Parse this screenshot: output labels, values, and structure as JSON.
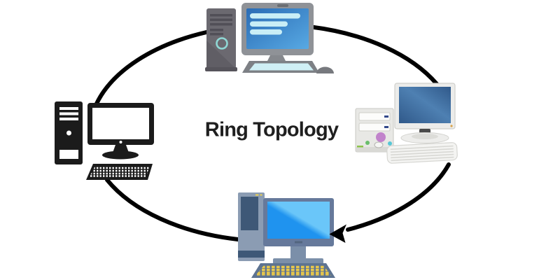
{
  "title": "Ring Topology",
  "diagram": {
    "type": "network-topology-ring",
    "flow_direction": "clockwise",
    "node_count": 4,
    "nodes": [
      {
        "id": "workstation-top",
        "position": "top",
        "style": "gray tower, blue monitor with light text bars, teal keyboard, mouse"
      },
      {
        "id": "workstation-right",
        "position": "right",
        "style": "beige desktop case, navy CRT monitor, white keyboard"
      },
      {
        "id": "workstation-bottom",
        "position": "bottom",
        "style": "slate tower, azure monitor, keyboard with yellow keys"
      },
      {
        "id": "workstation-left",
        "position": "left",
        "style": "black silhouette desktop with white screen"
      }
    ]
  },
  "colors": {
    "background": "#ffffff",
    "ring": "#000000",
    "title": "#1f1f1f",
    "accent_teal": "#8fd8d5",
    "accent_violet": "#c183cb",
    "key_yellow": "#e9c84a",
    "top_screen_dark": "#2a6cb5",
    "top_screen_light": "#58a9e3",
    "right_screen_dark": "#30598a",
    "right_screen_light": "#4e80b2",
    "bottom_screen_dark": "#1f93ef",
    "bottom_screen_light": "#6ac6f9"
  }
}
